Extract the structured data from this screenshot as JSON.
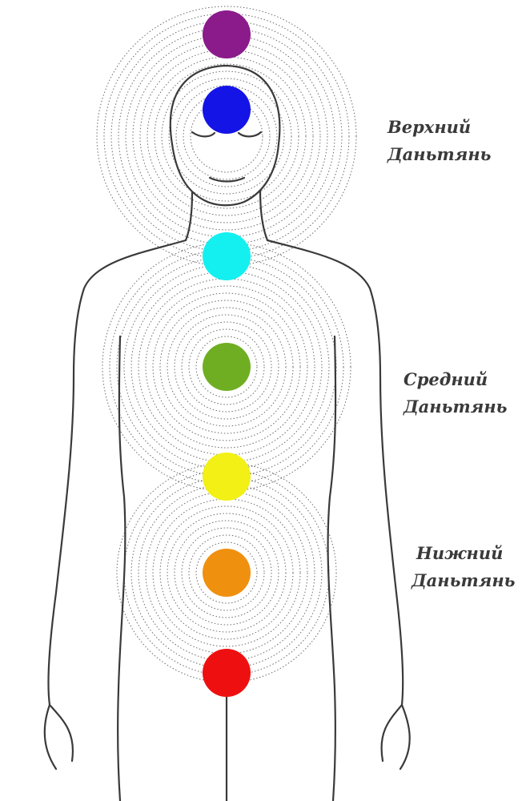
{
  "labels": {
    "upper": {
      "line1": "Верхний",
      "line2": "Даньтянь"
    },
    "middle": {
      "line1": "Средний",
      "line2": "Даньтянь"
    },
    "lower": {
      "line1": "Нижний",
      "line2": "Даньтянь"
    }
  },
  "chakras": [
    {
      "name": "crown",
      "color": "#8b1a8b"
    },
    {
      "name": "third-eye",
      "color": "#1414e6"
    },
    {
      "name": "throat",
      "color": "#14f0f0"
    },
    {
      "name": "heart",
      "color": "#6fae22"
    },
    {
      "name": "solar-plexus",
      "color": "#f2f014"
    },
    {
      "name": "sacral",
      "color": "#f0900f"
    },
    {
      "name": "root",
      "color": "#ee1010"
    }
  ],
  "line_color": "#3a3a3a"
}
